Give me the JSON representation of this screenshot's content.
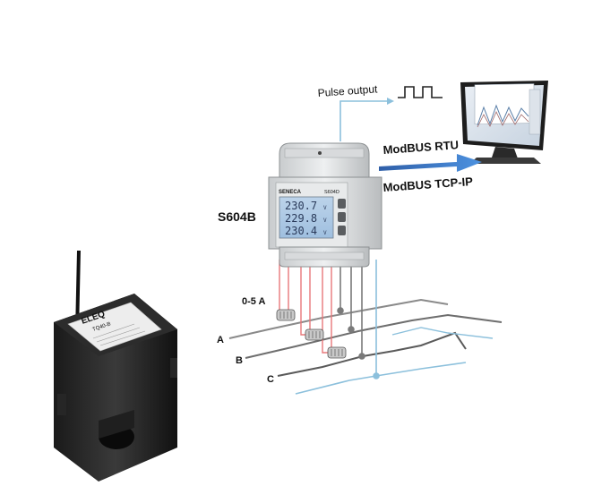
{
  "diagram": {
    "pulse_output_label": "Pulse output",
    "protocol_rtu_label": "ModBUS RTU",
    "protocol_tcp_label": "ModBUS TCP-IP",
    "meter_model_label": "S604B",
    "meter_brand": "SENECA",
    "meter_panel_model": "S604D",
    "display_readings": [
      "230.7",
      "229.8",
      "230.4"
    ],
    "display_unit": "V",
    "ct_range_label": "0-5 A",
    "phase_labels": [
      "A",
      "B",
      "C"
    ],
    "ct_sensor_brand": "ELEQ",
    "ct_sensor_model": "TQ40-B",
    "colors": {
      "arrow_blue": "#3a7bd5",
      "wire_red": "#e8787a",
      "wire_blue": "#8cc0dc",
      "wire_gray": "#6e6e6e"
    }
  }
}
